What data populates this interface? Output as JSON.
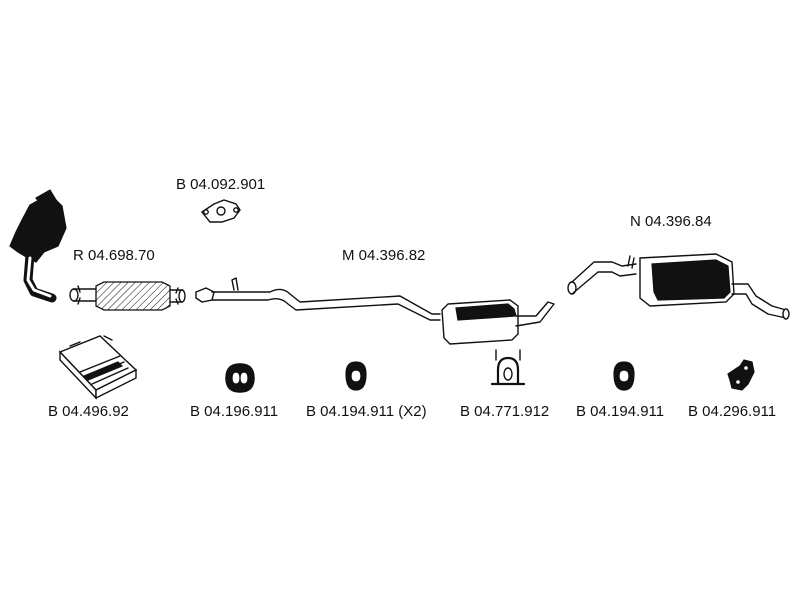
{
  "parts": {
    "p_gasket_top": "B 04.092.901",
    "p_cat": "R 04.698.70",
    "p_mid": "M 04.396.82",
    "p_rear": "N 04.396.84",
    "p_kit": "B 04.496.92",
    "p_hanger1": "B 04.196.911",
    "p_hanger2": "B 04.194.911 (X2)",
    "p_clamp": "B 04.771.912",
    "p_hanger3": "B 04.194.911",
    "p_bracket": "B 04.296.911"
  }
}
